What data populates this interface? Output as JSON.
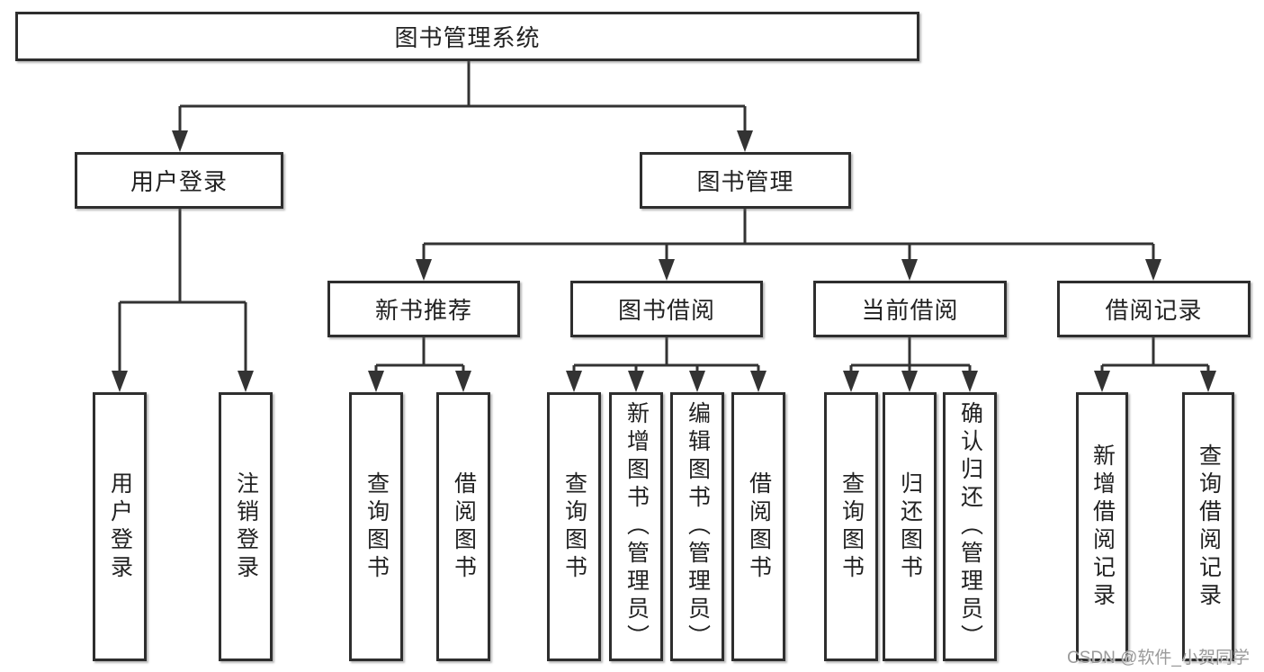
{
  "diagram": {
    "root": {
      "label": "图书管理系统"
    },
    "branches": [
      {
        "label": "用户登录",
        "children": [
          {
            "label": "用户登录"
          },
          {
            "label": "注销登录"
          }
        ]
      },
      {
        "label": "图书管理",
        "children": [
          {
            "label": "新书推荐",
            "children": [
              {
                "label": "查询图书"
              },
              {
                "label": "借阅图书"
              }
            ]
          },
          {
            "label": "图书借阅",
            "children": [
              {
                "label": "查询图书"
              },
              {
                "label": "新增图书（管理员）"
              },
              {
                "label": "编辑图书（管理员）"
              },
              {
                "label": "借阅图书"
              }
            ]
          },
          {
            "label": "当前借阅",
            "children": [
              {
                "label": "查询图书"
              },
              {
                "label": "归还图书"
              },
              {
                "label": "确认归还（管理员）"
              }
            ]
          },
          {
            "label": "借阅记录",
            "children": [
              {
                "label": "新增借阅记录"
              },
              {
                "label": "查询借阅记录"
              }
            ]
          }
        ]
      }
    ]
  },
  "watermark": {
    "text": "CSDN @软件_小贺同学"
  },
  "colors": {
    "line": "#333333",
    "border": "#2e2e2e",
    "text": "#222222",
    "watermark": "#9a9a9a",
    "background": "#ffffff"
  }
}
